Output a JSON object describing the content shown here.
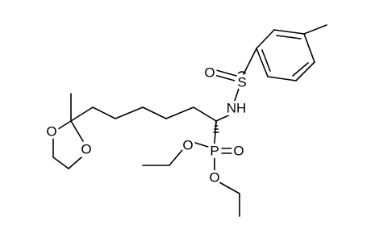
{
  "structure": {
    "atoms": {
      "sulfur": "S",
      "sulfinyl_oxygen": "O",
      "nitrogen_hydrogen": "NH",
      "phosphorus": "P",
      "phosphoryl_oxygen": "O",
      "ester_oxygen_upper": "O",
      "ester_oxygen_lower": "O",
      "dioxolane_oxygen_upper": "O",
      "dioxolane_oxygen_lower": "O"
    },
    "colors": {
      "bond": "#000000",
      "label": "#000000",
      "background": "#ffffff"
    }
  }
}
